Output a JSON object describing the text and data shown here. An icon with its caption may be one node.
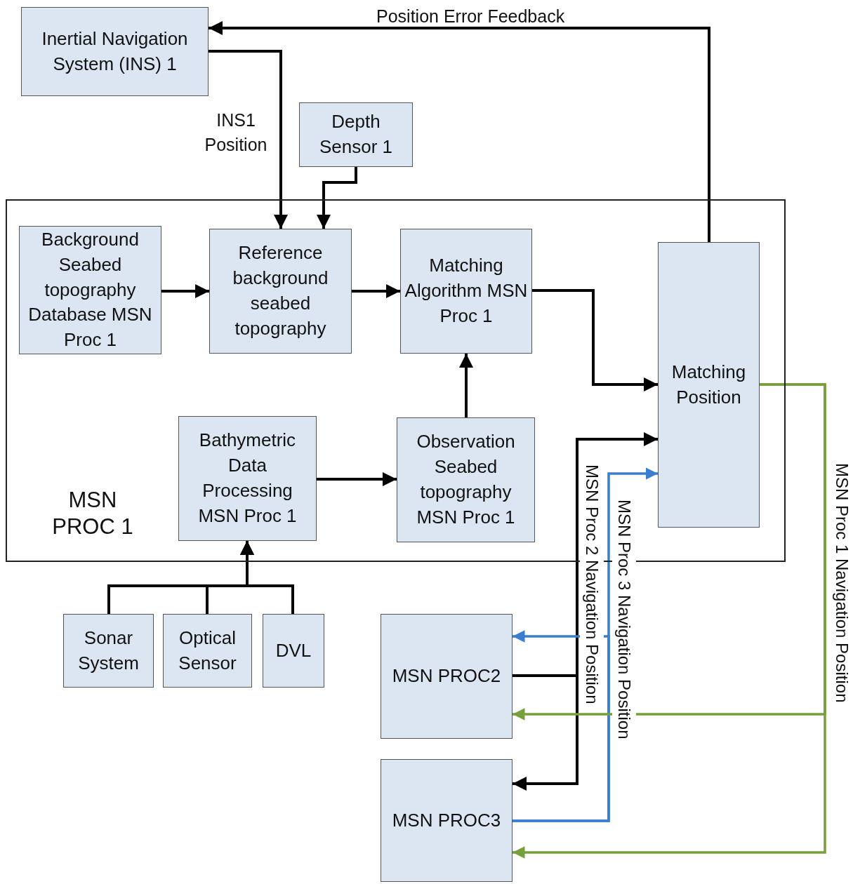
{
  "diagram": {
    "nodes": [
      {
        "text": [
          "Inertial Navigation System (INS) 1"
        ]
      },
      {
        "text": [
          "Depth Sensor 1"
        ]
      },
      {
        "text": [
          "MSN PROC 1"
        ]
      },
      {
        "text": [
          "Background Seabed topography Database MSN Proc 1"
        ],
        "in": 2
      },
      {
        "text": [
          "Reference background seabed topography"
        ],
        "in": 2
      },
      {
        "text": [
          "Matching Algorithm MSN Proc 1"
        ],
        "in": 2
      },
      {
        "text": [
          "Matching Position"
        ],
        "in": 2
      },
      {
        "text": [
          "Bathymetric Data Processing MSN Proc 1"
        ],
        "in": 2
      },
      {
        "text": [
          "Observation Seabed topography MSN Proc 1"
        ],
        "in": 2
      },
      {
        "text": [
          "Sonar System"
        ]
      },
      {
        "text": [
          "Optical Sensor"
        ]
      },
      {
        "text": [
          "DVL"
        ]
      },
      {
        "text": [
          "MSN PROC2"
        ]
      },
      {
        "text": [
          "MSN PROC3"
        ]
      }
    ],
    "edges": [
      {
        "from": 6,
        "to": 0,
        "arrow": "to",
        "label": "Position Error Feedback"
      },
      {
        "from": 0,
        "to": 4,
        "arrow": "to",
        "label": "INS1 Position"
      },
      {
        "from": 1,
        "to": 4,
        "arrow": "to"
      },
      {
        "from": 3,
        "to": 4,
        "arrow": "to"
      },
      {
        "from": 4,
        "to": 5,
        "arrow": "to"
      },
      {
        "from": 5,
        "to": 6,
        "arrow": "to"
      },
      {
        "from": 8,
        "to": 5,
        "arrow": "to"
      },
      {
        "from": 7,
        "to": 8,
        "arrow": "to"
      },
      {
        "from": 9,
        "to": 7,
        "arrow": "to"
      },
      {
        "from": 10,
        "to": 7,
        "arrow": "to"
      },
      {
        "from": 11,
        "to": 7,
        "arrow": "to"
      },
      {
        "from": 12,
        "to": 6,
        "arrow": "to",
        "label": "MSN Proc 2 Navigation Position"
      },
      {
        "from": 12,
        "to": 13,
        "arrow": "to"
      },
      {
        "from": 13,
        "to": 6,
        "arrow": "to",
        "color": "#3b7dd0",
        "label": "MSN Proc 3 Navigation Position"
      },
      {
        "from": 13,
        "to": 12,
        "arrow": "to",
        "color": "#3b7dd0"
      },
      {
        "from": 6,
        "to": 12,
        "arrow": "to",
        "color": "#77a03c",
        "label": "MSN Proc 1 Navigation Position"
      },
      {
        "from": 6,
        "to": 13,
        "arrow": "to",
        "color": "#77a03c"
      }
    ]
  }
}
